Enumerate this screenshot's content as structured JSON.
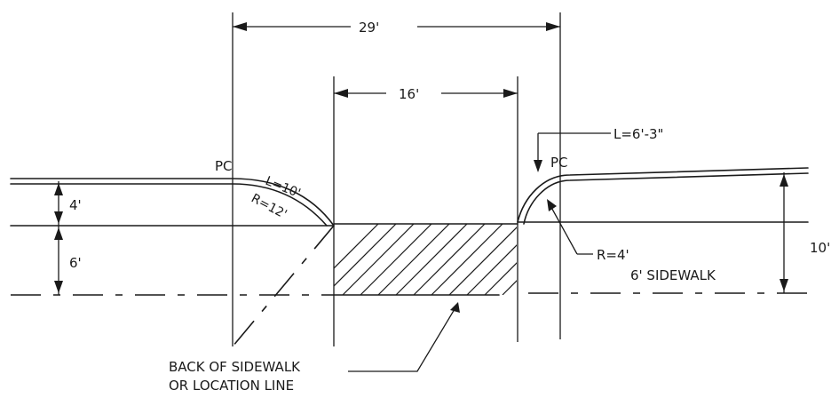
{
  "dimensions": {
    "overall_width": "29'",
    "opening_width": "16'",
    "left_offset": "4'",
    "left_sidewalk": "6'",
    "right_total": "10'"
  },
  "curves": {
    "left_point": "PC",
    "left_length": "L=10'",
    "left_radius": "R=12'",
    "right_point": "PC",
    "right_length": "L=6'-3\"",
    "right_radius": "R=4'"
  },
  "notes": {
    "sidewalk": "6' SIDEWALK",
    "back_line_1": "BACK OF SIDEWALK",
    "back_line_2": "OR LOCATION LINE"
  }
}
